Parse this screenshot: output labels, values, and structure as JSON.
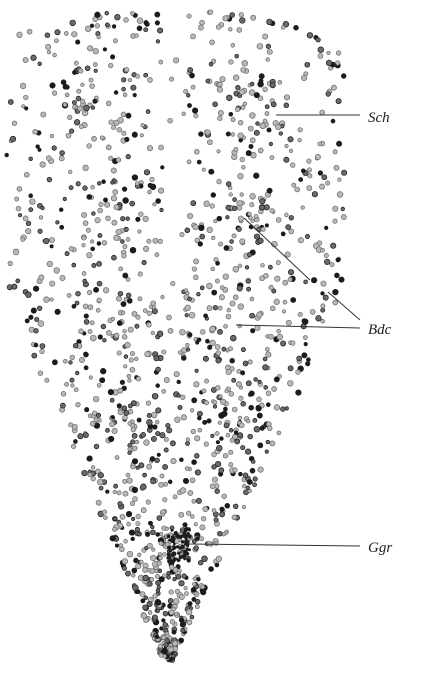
{
  "figure": {
    "labels": [
      {
        "id": "sch",
        "text": "Sch"
      },
      {
        "id": "bdc",
        "text": "Bdc"
      },
      {
        "id": "ggr",
        "text": "Ggr"
      }
    ],
    "colors": {
      "background": "#ffffff",
      "cell_dark": "#1c1c1c",
      "cell_mid": "#6a6a6a",
      "cell_light": "#b8b8b8",
      "line": "#333333"
    }
  }
}
